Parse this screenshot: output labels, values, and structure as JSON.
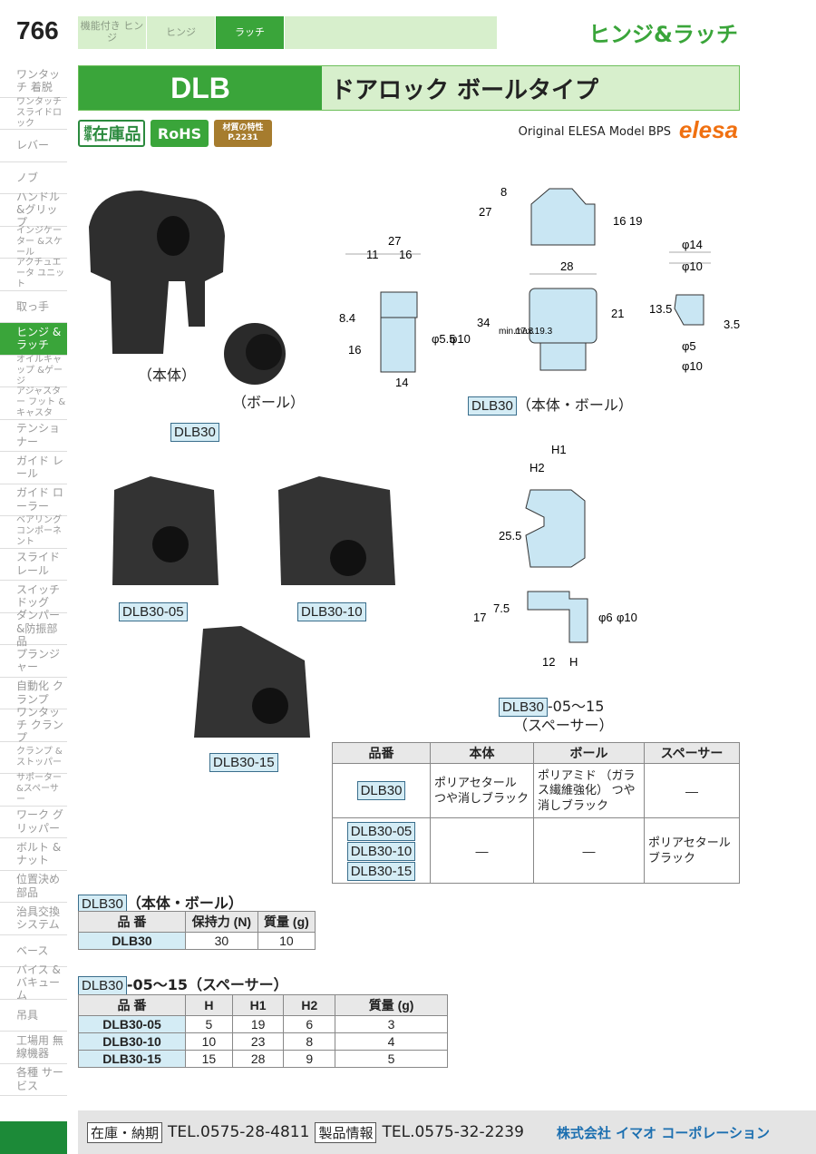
{
  "header": {
    "page_number": "766",
    "tabs": [
      "機能付き ヒンジ",
      "ヒンジ",
      "ラッチ"
    ],
    "category": "ヒンジ&ラッチ"
  },
  "sidebar": [
    {
      "label": "ワンタッチ 着脱",
      "active": false
    },
    {
      "label": "ワンタッチ スライドロック",
      "active": false
    },
    {
      "label": "レバー",
      "active": false
    },
    {
      "label": "ノブ",
      "active": false
    },
    {
      "label": "ハンドル &グリップ",
      "active": false
    },
    {
      "label": "インジケーター &スケール",
      "active": false
    },
    {
      "label": "アクチュエータ ユニット",
      "active": false
    },
    {
      "label": "取っ手",
      "active": false
    },
    {
      "label": "ヒンジ &ラッチ",
      "active": true
    },
    {
      "label": "オイルキャップ &ゲージ",
      "active": false
    },
    {
      "label": "アジャスター フット &キャスタ",
      "active": false
    },
    {
      "label": "テンショナー",
      "active": false
    },
    {
      "label": "ガイド レール",
      "active": false
    },
    {
      "label": "ガイド ローラー",
      "active": false
    },
    {
      "label": "ベアリング コンポーネント",
      "active": false
    },
    {
      "label": "スライド レール",
      "active": false
    },
    {
      "label": "スイッチ ドッグ",
      "active": false
    },
    {
      "label": "ダンパー &防振部品",
      "active": false
    },
    {
      "label": "プランジャー",
      "active": false
    },
    {
      "label": "自動化 クランプ",
      "active": false
    },
    {
      "label": "ワンタッチ クランプ",
      "active": false
    },
    {
      "label": "クランプ &ストッパー",
      "active": false
    },
    {
      "label": "サポーター &スペーサー",
      "active": false
    },
    {
      "label": "ワーク グリッパー",
      "active": false
    },
    {
      "label": "ボルト &ナット",
      "active": false
    },
    {
      "label": "位置決め 部品",
      "active": false
    },
    {
      "label": "治具交換 システム",
      "active": false
    },
    {
      "label": "ベース",
      "active": false
    },
    {
      "label": "バイス &バキューム",
      "active": false
    },
    {
      "label": "吊具",
      "active": false
    },
    {
      "label": "工場用 無線機器",
      "active": false
    },
    {
      "label": "各種 サービス",
      "active": false
    }
  ],
  "title": {
    "code": "DLB",
    "name": "ドアロック ボールタイプ"
  },
  "badges": {
    "stock_small": "標準",
    "stock": "在庫品",
    "rohs": "RoHS",
    "material_line1": "材質の特性",
    "material_line2": "P.2231"
  },
  "brand": {
    "original": "Original ELESA Model BPS",
    "logo": "elesa"
  },
  "photos": {
    "body_caption": "（本体）",
    "ball_caption": "（ボール）",
    "dlb30": "DLB30",
    "dlb30_05": "DLB30-05",
    "dlb30_10": "DLB30-10",
    "dlb30_15": "DLB30-15"
  },
  "drawing1": {
    "dims": [
      "27",
      "11",
      "16",
      "8.4",
      "16",
      "φ5.5",
      "φ10",
      "14",
      "8",
      "27",
      "16",
      "19",
      "28",
      "34",
      "21",
      "min.17.8",
      "max.19.3",
      "φ14",
      "φ10",
      "13.5",
      "3.5",
      "φ5",
      "φ10"
    ],
    "caption_tag": "DLB30",
    "caption": "（本体・ボール）"
  },
  "drawing2": {
    "dims": [
      "H1",
      "H2",
      "25.5",
      "17",
      "7.5",
      "φ6",
      "φ10",
      "12",
      "H"
    ],
    "caption_tag": "DLB30",
    "caption_suffix": "-05〜15",
    "caption2": "（スペーサー）"
  },
  "spec_table": {
    "headers": [
      "品番",
      "本体",
      "ボール",
      "スペーサー"
    ],
    "row1": {
      "code": "DLB30",
      "body": "ポリアセタール つや消しブラック",
      "ball": "ポリアミド （ガラス繊維強化） つや消しブラック",
      "spacer": "―"
    },
    "row2": {
      "codes": [
        "DLB30-05",
        "DLB30-10",
        "DLB30-15"
      ],
      "body": "―",
      "ball": "―",
      "spacer": "ポリアセタール ブラック"
    }
  },
  "table1": {
    "title_tag": "DLB30",
    "title": "（本体・ボール）",
    "headers": [
      "品 番",
      "保持力 (N)",
      "質量 (g)"
    ],
    "rows": [
      [
        "DLB30",
        "30",
        "10"
      ]
    ]
  },
  "table2": {
    "title_tag": "DLB30",
    "title": "-05〜15（スペーサー）",
    "headers": [
      "品 番",
      "H",
      "H1",
      "H2",
      "質量 (g)"
    ],
    "rows": [
      [
        "DLB30-05",
        "5",
        "19",
        "6",
        "3"
      ],
      [
        "DLB30-10",
        "10",
        "23",
        "8",
        "4"
      ],
      [
        "DLB30-15",
        "15",
        "28",
        "9",
        "5"
      ]
    ]
  },
  "footer": {
    "stock_label": "在庫・納期",
    "stock_tel": "TEL.0575-28-4811",
    "info_label": "製品情報",
    "info_tel": "TEL.0575-32-2239",
    "company": "株式会社 イマオ コーポレーション"
  },
  "colors": {
    "accent": "#3aa53a",
    "accent_light": "#d7efcc",
    "drawing_fill": "#c9e6f3",
    "elesa": "#f07010"
  }
}
